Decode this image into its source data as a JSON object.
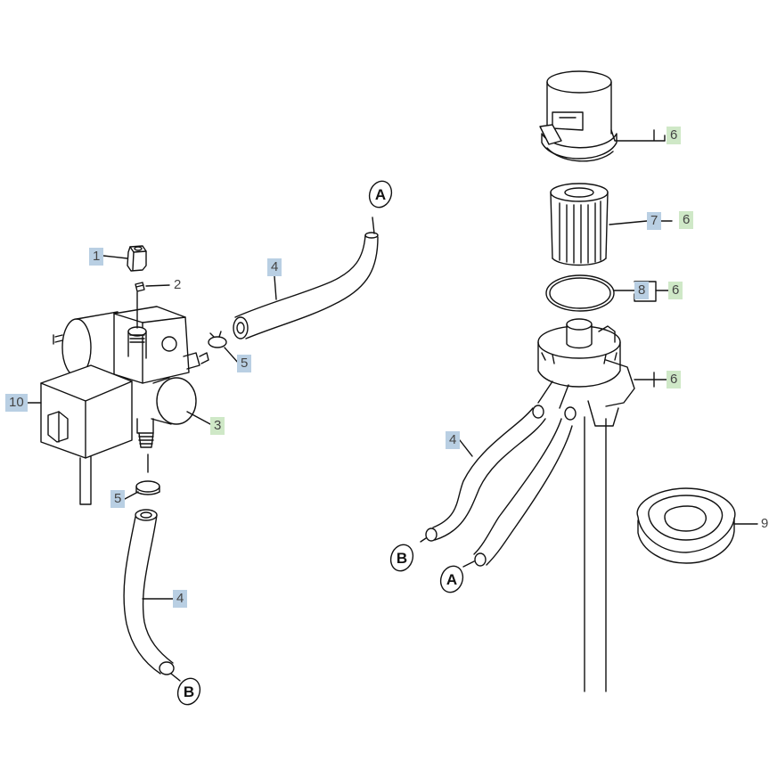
{
  "colors": {
    "line": "#111111",
    "blue_tag": "#b9cfe3",
    "green_tag": "#cfe8c7",
    "text": "#444444",
    "background": "#ffffff"
  },
  "callouts": {
    "c1": "1",
    "c2": "2",
    "c3": "3",
    "c4a": "4",
    "c4b": "4",
    "c4c": "4",
    "c5a": "5",
    "c5b": "5",
    "c6a": "6",
    "c6b": "6",
    "c6c": "6",
    "c6d": "6",
    "c7": "7",
    "c8": "8",
    "c9": "9",
    "c10": "10"
  },
  "refs": {
    "a_top": "A",
    "b_bottom": "B",
    "b_right": "B",
    "a_right": "A"
  }
}
